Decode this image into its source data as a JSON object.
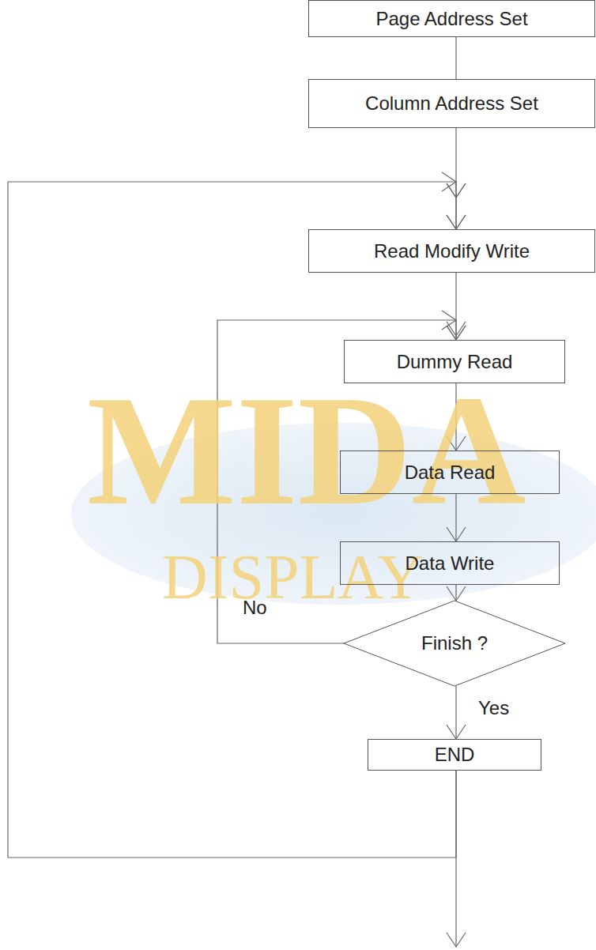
{
  "diagram": {
    "nodes": [
      {
        "text": [
          "Page Address Set"
        ]
      },
      {
        "text": [
          "Column Address Set"
        ]
      },
      {
        "text": [
          "Read Modify Write"
        ]
      },
      {
        "text": [
          "Dummy Read"
        ]
      },
      {
        "text": [
          "Data Read"
        ]
      },
      {
        "text": [
          "Data Write"
        ]
      },
      {
        "text": [
          "Finish ?"
        ]
      },
      {
        "text": [
          "END"
        ]
      }
    ],
    "edges": [
      {
        "from": 0,
        "to": 1,
        "arrow": "none"
      },
      {
        "from": 1,
        "to": 2,
        "arrow": "to"
      },
      {
        "from": 2,
        "to": 3,
        "arrow": "to"
      },
      {
        "from": 3,
        "to": 4,
        "arrow": "to"
      },
      {
        "from": 4,
        "to": 5,
        "arrow": "to"
      },
      {
        "from": 5,
        "to": 6,
        "arrow": "to"
      },
      {
        "from": 6,
        "to": 3,
        "label": "No",
        "arrow": "to"
      },
      {
        "from": 6,
        "to": 7,
        "label": "Yes",
        "arrow": "to"
      },
      {
        "from": 7,
        "to": 2,
        "arrow": "to"
      }
    ],
    "labels": [
      "MIDA",
      "DISPLAY"
    ]
  }
}
